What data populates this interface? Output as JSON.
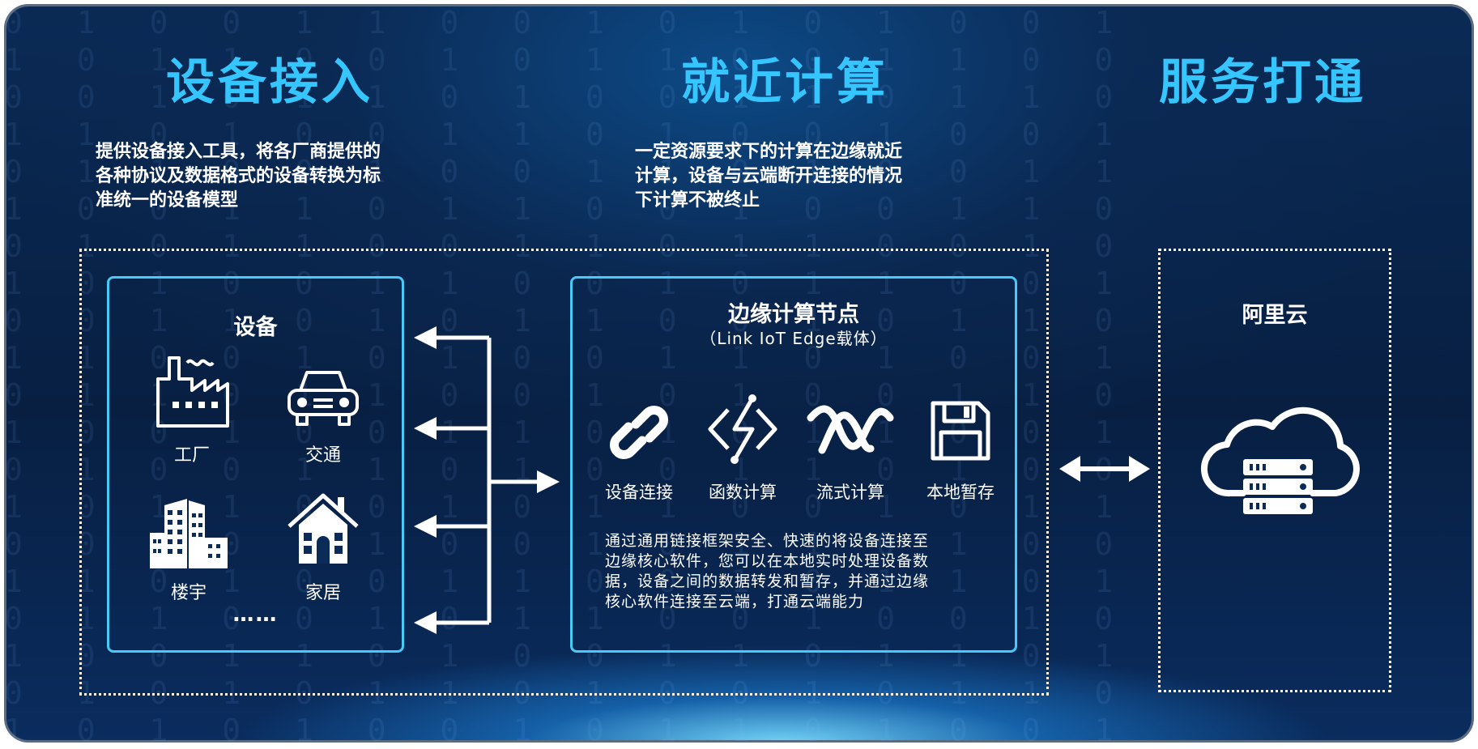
{
  "background_digits": "0 1 0 0 1 1 0 0 1 0 1 0 1 0 0 1\n1 0 1 1 0 0 1 0 1 1 0 0 1 1 0 0\n0 0 1 0 1 1 0 1 0 0 1 1 0 1 1 0\n1 1 0 1 0 0 1 1 0 1 0 0 1 0 0 1\n0 1 1 0 0 1 0 0 1 1 0 1 0 0 1 1\n1 0 0 1 1 0 1 1 0 0 1 0 0 1 1 0\n0 1 0 1 1 0 0 1 1 0 1 1 0 0 1 0\n1 0 1 0 0 1 1 0 0 1 0 1 1 0 0 1\n0 0 1 1 0 1 0 1 1 0 0 1 0 1 1 0\n1 1 0 0 1 0 1 0 0 1 1 0 1 0 0 1\n0 1 1 0 1 1 0 0 1 0 1 0 0 1 1 0\n1 0 0 1 0 0 1 1 0 1 0 1 1 0 0 1\n0 1 0 0 1 1 0 1 0 0 1 1 0 1 0 0\n1 0 1 1 0 0 1 0 1 1 0 0 1 0 1 1\n0 0 1 0 1 1 0 0 1 0 1 1 0 1 0 0\n1 1 0 1 0 0 1 1 0 0 1 0 1 1 0 1\n0 1 1 0 0 1 0 1 1 0 0 1 0 0 1 0\n1 0 0 1 1 0 1 0 0 1 1 0 1 1 0 1\n0 1 0 1 0 1 1 0 1 0 0 1 0 1 1 0\n1 0 1 0 1 0 0 1 0 1 1 0 1 0 0 1",
  "columns": {
    "device_access": {
      "heading": "设备接入",
      "description": [
        "提供设备接入工具，将各厂商提供的",
        "各种协议及数据格式的设备转换为标",
        "准统一的设备模型"
      ]
    },
    "nearby_compute": {
      "heading": "就近计算",
      "description": [
        "一定资源要求下的计算在边缘就近",
        "计算，设备与云端断开连接的情况",
        "下计算不被终止"
      ]
    },
    "service_connect": {
      "heading": "服务打通"
    }
  },
  "devices_panel": {
    "title": "设备",
    "items": [
      {
        "label": "工厂",
        "icon": "factory-icon"
      },
      {
        "label": "交通",
        "icon": "car-icon"
      },
      {
        "label": "楼宇",
        "icon": "building-icon"
      },
      {
        "label": "家居",
        "icon": "house-icon"
      }
    ],
    "more": "……"
  },
  "edge_panel": {
    "title": "边缘计算节点",
    "subtitle": "（Link IoT Edge载体）",
    "features": [
      {
        "label": "设备连接",
        "icon": "link-chain-icon"
      },
      {
        "label": "函数计算",
        "icon": "function-code-icon"
      },
      {
        "label": "流式计算",
        "icon": "stream-wave-icon"
      },
      {
        "label": "本地暂存",
        "icon": "floppy-disk-icon"
      }
    ],
    "body": [
      "通过通用链接框架安全、快速的将设备连接至",
      "边缘核心软件，您可以在本地实时处理设备数",
      "据，设备之间的数据转发和暂存，并通过边缘",
      "核心软件连接至云端，打通云端能力"
    ]
  },
  "cloud_panel": {
    "title": "阿里云",
    "icon": "cloud-server-icon"
  },
  "colors": {
    "heading": "#36c6ff",
    "panel_border": "#49c9f6",
    "background": "#0a2a55",
    "text": "#ffffff"
  }
}
